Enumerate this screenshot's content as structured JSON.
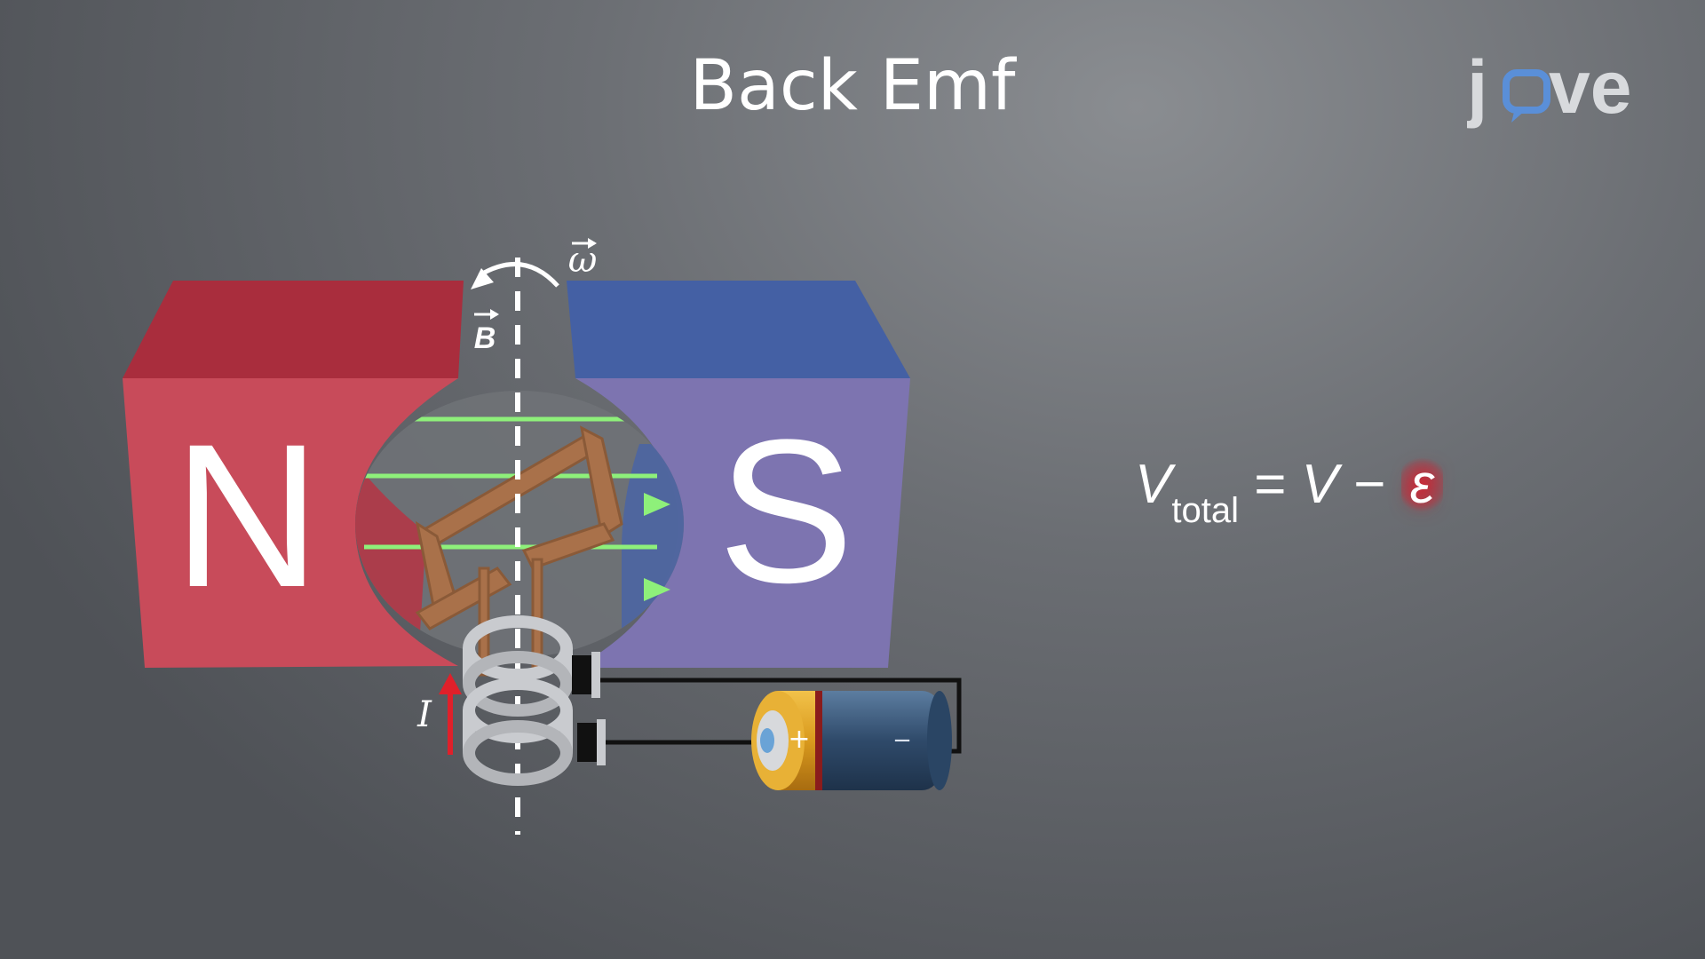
{
  "title": "Back Emf",
  "brand": {
    "wordmark": "jove",
    "icon": "speech-bubble-icon"
  },
  "magnets": {
    "north_label": "N",
    "south_label": "S",
    "north_color": "#c84b5a",
    "north_top_color": "#a92d3d",
    "south_color": "#7d74b0",
    "south_top_color": "#4460a4"
  },
  "vectors": {
    "angular_velocity": "ω",
    "magnetic_field": "B",
    "current": "I"
  },
  "battery": {
    "plus": "+",
    "minus": "−"
  },
  "equation": {
    "lhs_symbol": "V",
    "lhs_subscript": "total",
    "equals": "=",
    "rhs_symbol": "V",
    "minus": "−",
    "emf_symbol": "ε",
    "emf_highlight_color": "#d42a38"
  },
  "colors": {
    "field_line": "#8ef07a",
    "coil": "#a9714a",
    "current_arrow": "#e0202a"
  }
}
